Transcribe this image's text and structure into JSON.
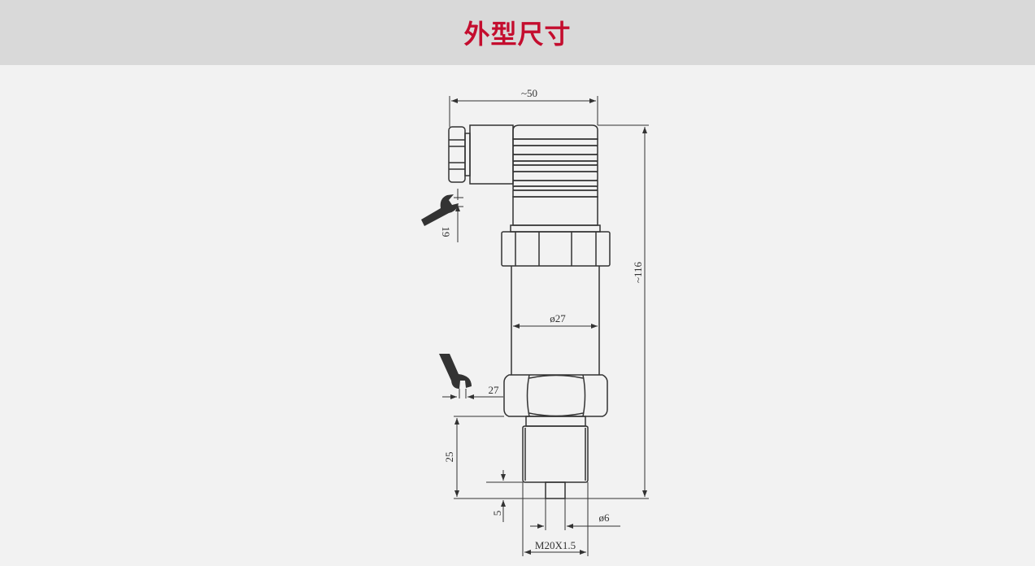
{
  "header": {
    "title": "外型尺寸",
    "title_color": "#c40d2e"
  },
  "drawing": {
    "dimensions": {
      "width_top": "~50",
      "total_height": "~116",
      "wrench_top": "19",
      "body_diameter": "ø27",
      "wrench_hex": "27",
      "thread_length": "25",
      "tip_length": "5",
      "tip_diameter": "ø6",
      "thread_spec": "M20X1.5"
    }
  }
}
